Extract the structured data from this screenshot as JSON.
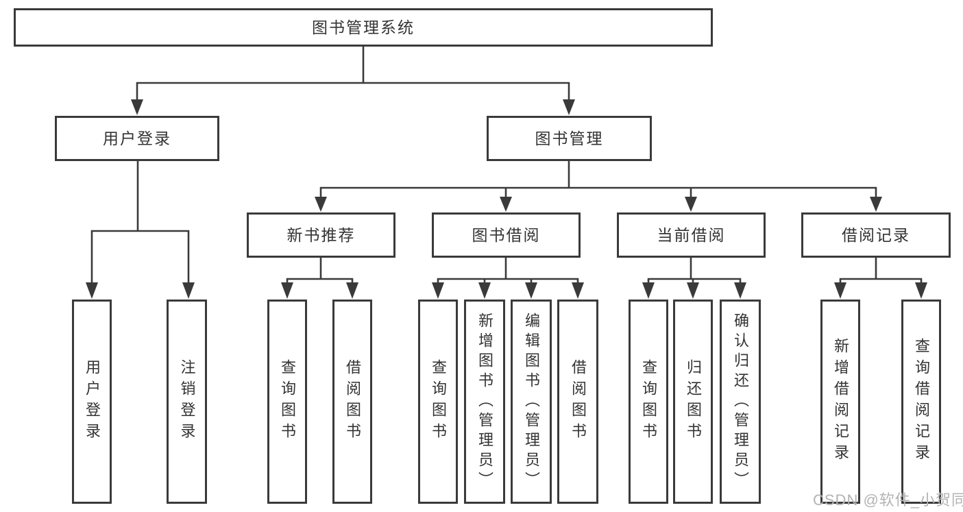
{
  "nodes": {
    "root": "图书管理系统",
    "l2": [
      "用户登录",
      "图书管理"
    ],
    "l3": [
      "新书推荐",
      "图书借阅",
      "当前借阅",
      "借阅记录"
    ],
    "leaves": [
      "用户登录",
      "注销登录",
      "查询图书",
      "借阅图书",
      "查询图书",
      "新增图书（管理员）",
      "编辑图书（管理员）",
      "借阅图书",
      "查询图书",
      "归还图书",
      "确认归还（管理员）",
      "新增借阅记录",
      "查询借阅记录"
    ]
  },
  "watermark": "CSDN @软件_小贺同学",
  "colors": {
    "line": "#3a3a3a",
    "box_border": "#3a3a3a",
    "text": "#333333",
    "watermark": "#b3b3b3",
    "background": "#ffffff"
  }
}
